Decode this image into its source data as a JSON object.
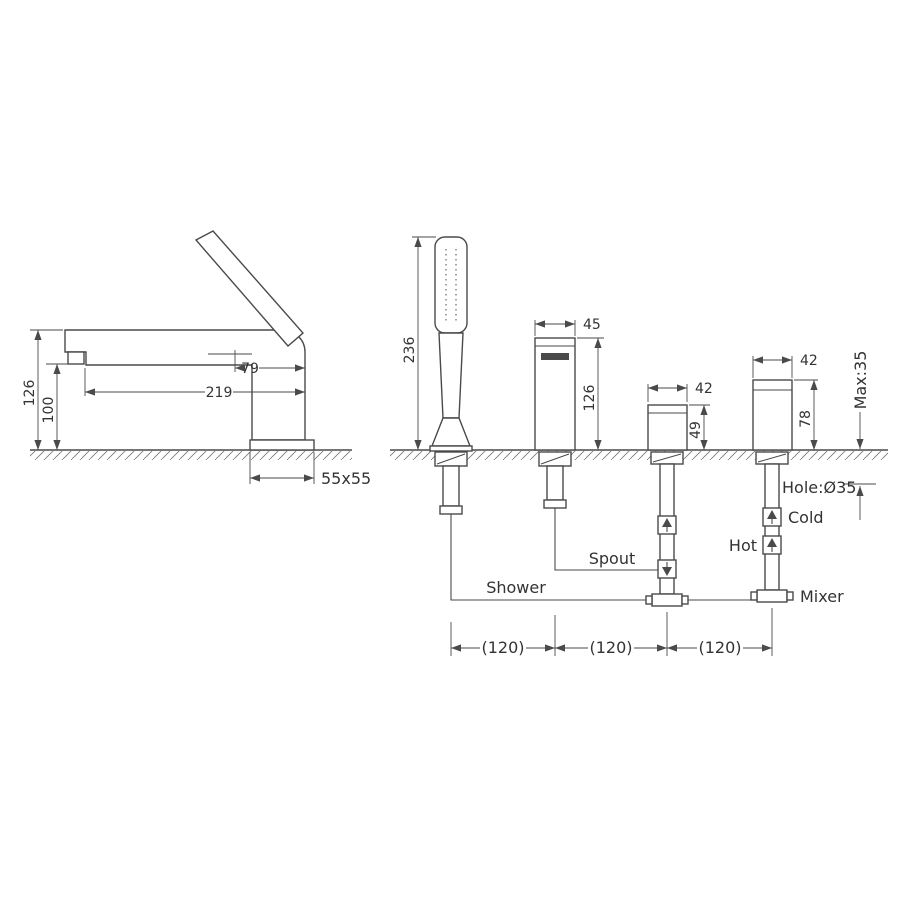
{
  "side_view": {
    "dim_height_total": "126",
    "dim_height_spout": "100",
    "dim_handle": "79",
    "dim_reach": "219",
    "dim_base": "55x55"
  },
  "front_view": {
    "dim_shower_height": "236",
    "dim_spout_width": "45",
    "dim_spout_height": "126",
    "dim_valve_width": "42",
    "dim_valve_height": "49",
    "dim_mixer_width": "42",
    "dim_mixer_height": "78",
    "dim_max_thickness": "Max:35",
    "dim_hole": "Hole:Ø35",
    "dim_spacing_1": "(120)",
    "dim_spacing_2": "(120)",
    "dim_spacing_3": "(120)",
    "label_shower": "Shower",
    "label_spout": "Spout",
    "label_cold": "Cold",
    "label_hot": "Hot",
    "label_mixer": "Mixer"
  },
  "colors": {
    "line": "#4a4a4a",
    "background": "#ffffff"
  }
}
